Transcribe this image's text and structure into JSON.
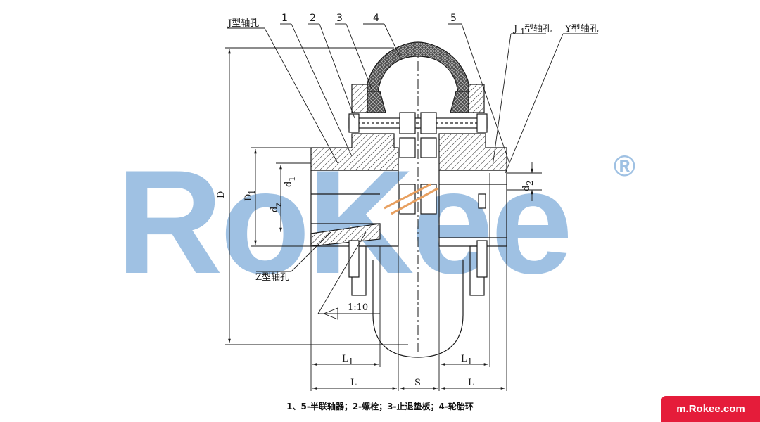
{
  "watermark": {
    "text": "RoKee",
    "registered_mark": "®",
    "color": "#9fc1e3"
  },
  "site_badge": {
    "text": "m.Rokee.com",
    "color": "#e51c3a"
  },
  "caption": "1、5-半联轴器；2-螺栓；3-止退垫板；4-轮胎环",
  "part_numbers": [
    "1",
    "2",
    "3",
    "4",
    "5"
  ],
  "bore_labels": {
    "j": "J型轴孔",
    "j1": "J",
    "j1_sub": "1",
    "j1_suffix": "型轴孔",
    "y": "Y型轴孔",
    "z": "Z型轴孔"
  },
  "dimensions": {
    "D": "D",
    "D1": "D",
    "D1_sub": "1",
    "d1": "d",
    "d1_sub": "1",
    "dz": "d",
    "dz_sub": "z",
    "d2": "d",
    "d2_sub": "2",
    "L1_left": "L",
    "L1_left_sub": "1",
    "L1_right": "L",
    "L1_right_sub": "1",
    "L_left": "L",
    "S": "S",
    "L_right": "L",
    "taper": "1:10"
  }
}
